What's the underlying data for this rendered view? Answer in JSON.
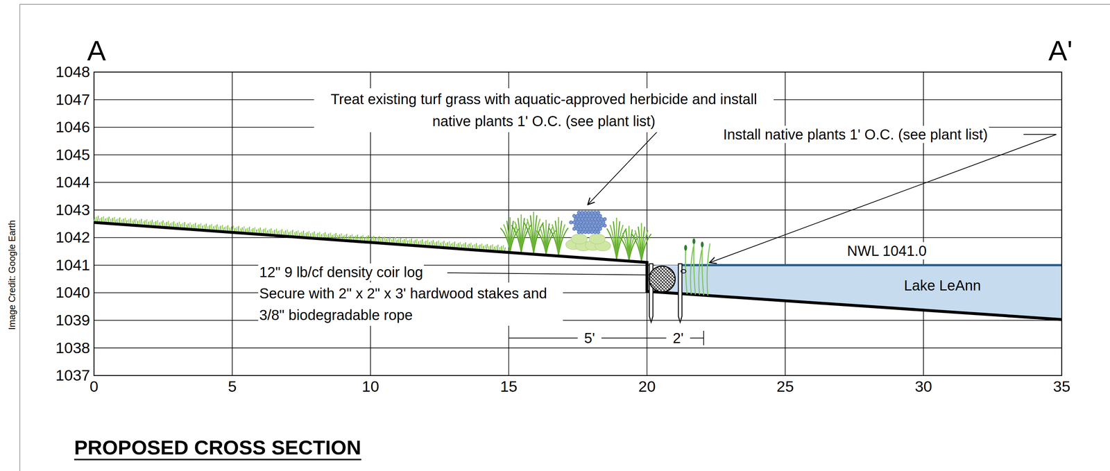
{
  "diagram": {
    "title": "PROPOSED CROSS SECTION",
    "labels": [
      "A",
      "A'",
      "1048",
      "1047",
      "1046",
      "1045",
      "1044",
      "1043",
      "1042",
      "1041",
      "1040",
      "1039",
      "1038",
      "1037",
      "0",
      "5",
      "10",
      "15",
      "20",
      "25",
      "30",
      "35",
      "Treat existing turf grass with aquatic-approved herbicide and install native plants 1' O.C. (see plant list)",
      "Install native plants 1' O.C. (see plant list)",
      "NWL 1041.0",
      "Lake LeAnn",
      "12\" 9 lb/cf density coir log",
      "Secure with 2\" x 2\" x 3' hardwood stakes and 3/8\" biodegradable rope",
      "5'",
      "2'",
      "Image Credit: Google Earth"
    ]
  }
}
